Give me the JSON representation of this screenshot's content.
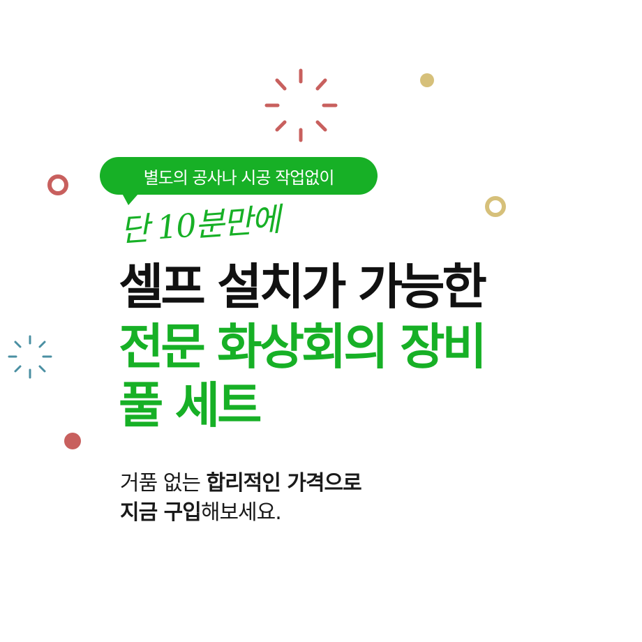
{
  "bubble": {
    "text": "별도의 공사나 시공 작업없이"
  },
  "script": {
    "text": "단 10분만에"
  },
  "headline": {
    "line1": "셀프 설치가 가능한",
    "line2": "전문 화상회의 장비",
    "line3": "풀 세트"
  },
  "body": {
    "line1_a": "거품 없는 ",
    "line1_b": "합리적인 가격으로",
    "line2_a": "지금 구입",
    "line2_b": "해보세요."
  },
  "colors": {
    "brand_green": "#17b026",
    "headline_black": "#111111",
    "deco_red": "#c8605e",
    "deco_teal": "#4a8fa2",
    "deco_gold": "#d6c07a"
  }
}
